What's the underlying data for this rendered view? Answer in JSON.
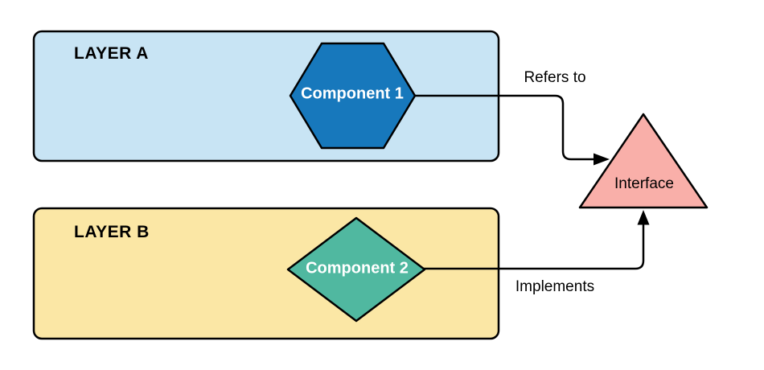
{
  "colors": {
    "background": "#FFFFFF",
    "stroke": "#000000",
    "layer_a_fill": "#C8E4F4",
    "layer_b_fill": "#FBE7A5",
    "component_1_fill": "#1778BC",
    "component_2_fill": "#50B8A0",
    "interface_fill": "#F9AFA9",
    "component_text": "#FFFFFF",
    "label_text": "#000000"
  },
  "layers": {
    "a": {
      "label": "LAYER A"
    },
    "b": {
      "label": "LAYER B"
    }
  },
  "nodes": {
    "component_1": {
      "label": "Component 1",
      "shape": "hexagon",
      "layer": "LAYER A"
    },
    "component_2": {
      "label": "Component 2",
      "shape": "diamond",
      "layer": "LAYER B"
    },
    "interface": {
      "label": "Interface",
      "shape": "triangle"
    }
  },
  "edges": {
    "refers_to": {
      "label": "Refers to",
      "from": "Component 1",
      "to": "Interface"
    },
    "implements": {
      "label": "Implements",
      "from": "Component 2",
      "to": "Interface"
    }
  }
}
